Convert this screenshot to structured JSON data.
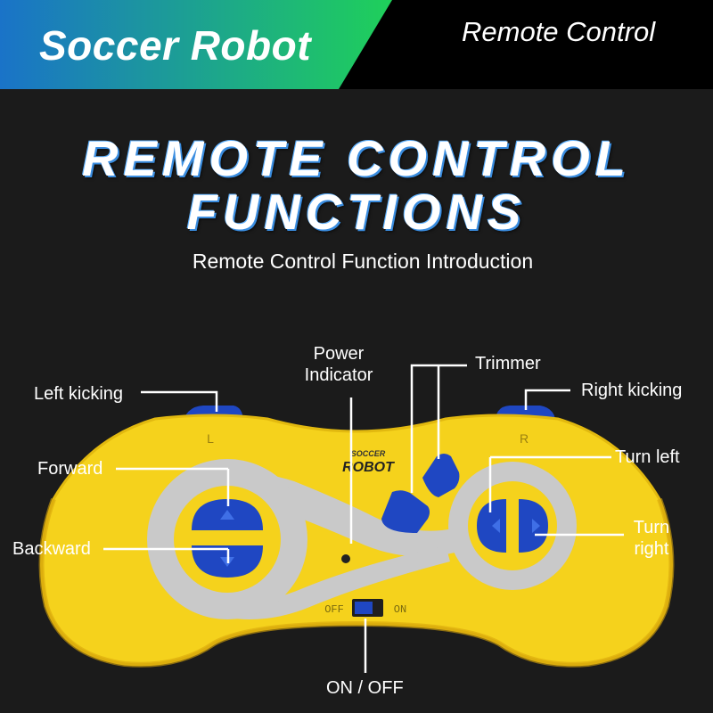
{
  "banner": {
    "brand_title": "Soccer Robot",
    "subtitle": "Remote Control",
    "gradient_colors": [
      "#1a73c8",
      "#1fd05a"
    ]
  },
  "headline": {
    "line1": "REMOTE CONTROL",
    "line2": "FUNCTIONS"
  },
  "intro": "Remote Control Function Introduction",
  "controller": {
    "body_color": "#f5d21c",
    "button_color": "#1f47c2",
    "trim_color": "#c9c9c9",
    "logo_text_top": "SOCCER",
    "logo_text_bottom": "ROBOT",
    "left_shoulder_letter": "L",
    "right_shoulder_letter": "R",
    "switch_off": "OFF",
    "switch_on": "ON"
  },
  "callouts": {
    "left_kicking": "Left kicking",
    "power_indicator_line1": "Power",
    "power_indicator_line2": "Indicator",
    "trimmer": "Trimmer",
    "right_kicking": "Right kicking",
    "forward": "Forward",
    "turn_left": "Turn left",
    "backward": "Backward",
    "turn_right_line1": "Turn",
    "turn_right_line2": "right",
    "on_off": "ON / OFF"
  }
}
